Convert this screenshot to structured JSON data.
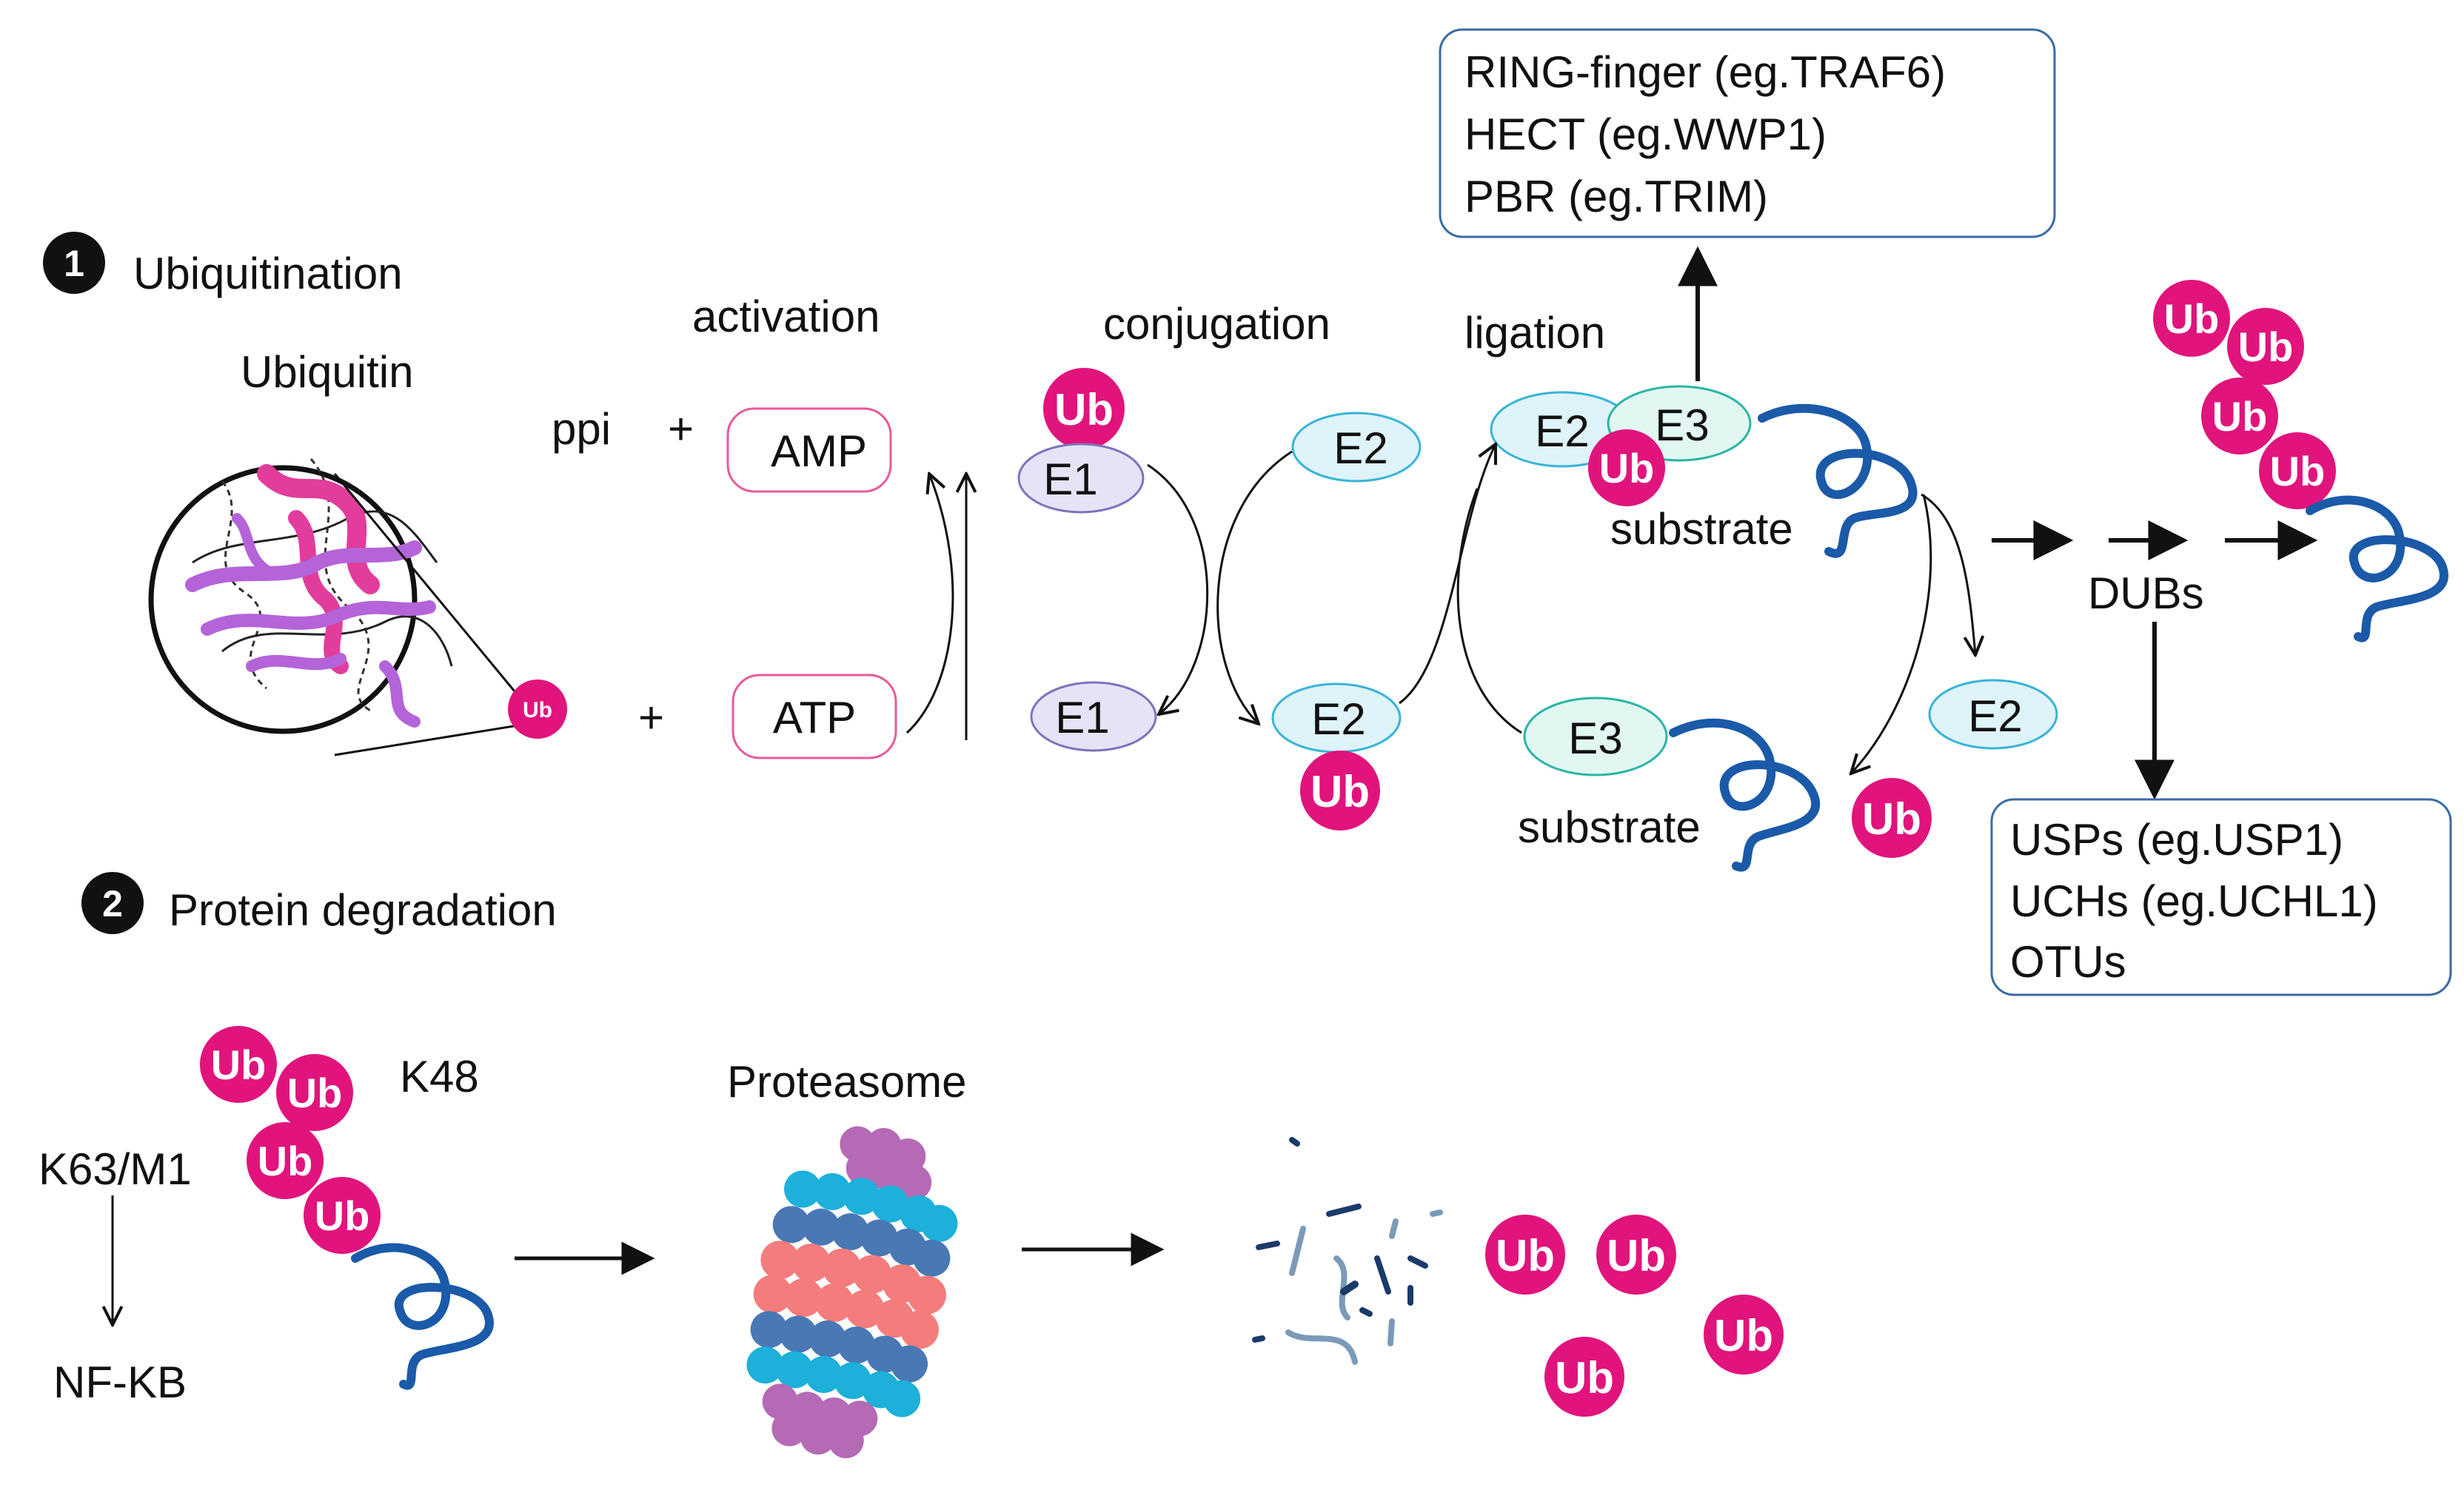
{
  "section1": {
    "number": "1",
    "title": "Ubiquitination"
  },
  "section2": {
    "number": "2",
    "title": "Protein degradation"
  },
  "labels": {
    "ubiquitin": "Ubiquitin",
    "activation": "activation",
    "conjugation": "conjugation",
    "ligation": "ligation",
    "ppi": "ppi",
    "plus": "+",
    "amp": "AMP",
    "atp": "ATP",
    "ub": "Ub",
    "e1": "E1",
    "e2": "E2",
    "e3": "E3",
    "substrate": "substrate",
    "dubs": "DUBs",
    "k48": "K48",
    "k63m1": "K63/M1",
    "nfkb": "NF-KB",
    "proteasome": "Proteasome"
  },
  "e3_box": [
    "RING-finger (eg.TRAF6)",
    "HECT (eg.WWP1)",
    "PBR (eg.TRIM)"
  ],
  "dub_box": [
    "USPs (eg.USP1)",
    "UCHs (eg.UCHL1)",
    "OTUs"
  ],
  "colors": {
    "ub": "#e0147c",
    "e1_fill": "#e4e4f6",
    "e1_stroke": "#7c74bc",
    "e2_fill": "#dff3fa",
    "e2_stroke": "#38b4d8",
    "e3_fill": "#e2f7f2",
    "e3_stroke": "#2ab6a4",
    "amp_stroke": "#e85a9a",
    "box_stroke": "#3a6aa4",
    "substrate": "#1a5aa8",
    "ribbon_pink": "#e23c9c",
    "ribbon_purple": "#b464d8",
    "proteasome_purple": "#b46ab4",
    "proteasome_cyan": "#1cb0da",
    "proteasome_blue": "#4a78b4",
    "proteasome_salmon": "#f47c7c"
  }
}
